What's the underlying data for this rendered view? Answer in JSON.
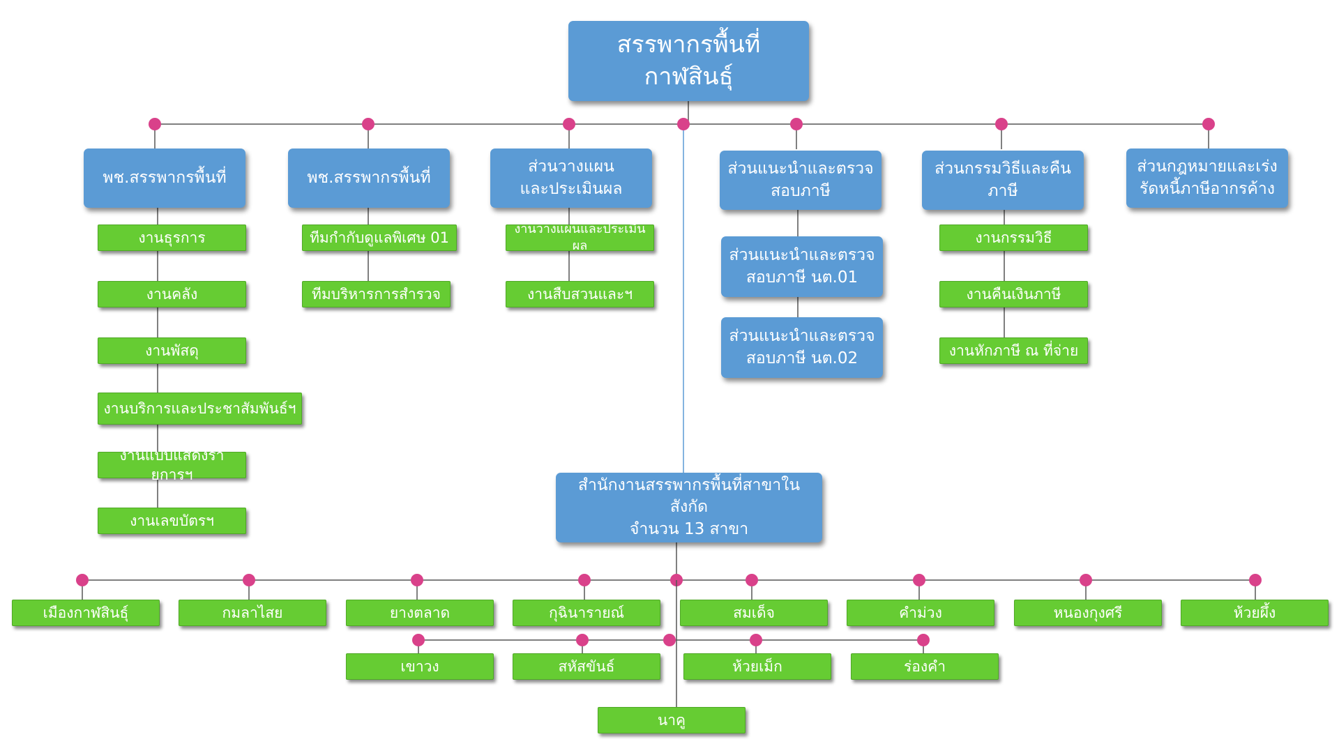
{
  "colors": {
    "box_blue": "#5b9bd5",
    "box_green": "#66cc33",
    "connector_dot": "#d9418a",
    "connector_line": "#555555",
    "trunk_line": "#5b9bd5"
  },
  "root": {
    "label": "สรรพากรพื้นที่กาฬสินธุ์"
  },
  "divisions": [
    {
      "label": "พช.สรรพากรพื้นที่",
      "units": [
        "งานธุรการ",
        "งานคลัง",
        "งานพัสดุ",
        "งานบริการและประชาสัมพันธ์ฯ",
        "งานแบบแสดงรายการฯ",
        "งานเลขบัตรฯ"
      ]
    },
    {
      "label": "พช.สรรพากรพื้นที่",
      "units": [
        "ทีมกำกับดูแลพิเศษ 01",
        "ทีมบริหารการสำรวจ"
      ]
    },
    {
      "label": "ส่วนวางแผน\nและประเมินผล",
      "units": [
        "งานวางแผนและประเมินผล",
        "งานสืบสวนและฯ"
      ]
    },
    {
      "label": "ส่วนแนะนำและตรวจ\nสอบภาษี",
      "units": [
        "ส่วนแนะนำและตรวจ\nสอบภาษี นต.01",
        "ส่วนแนะนำและตรวจ\nสอบภาษี นต.02"
      ]
    },
    {
      "label": "ส่วนกรรมวิธีและคืนภาษี",
      "units": [
        "งานกรรมวิธี",
        "งานคืนเงินภาษี",
        "งานหักภาษี ณ ที่จ่าย"
      ]
    },
    {
      "label": "ส่วนกฎหมายและเร่ง\nรัดหนี้ภาษีอากรค้าง",
      "units": []
    }
  ],
  "branch_office": {
    "label": "สำนักงานสรรพากรพื้นที่สาขาในสังกัด\nจำนวน 13 สาขา"
  },
  "branches_row1": [
    "เมืองกาฬสินธุ์",
    "กมลาไสย",
    "ยางตลาด",
    "กุฉินารายณ์",
    "สมเด็จ",
    "คำม่วง",
    "หนองกุงศรี",
    "ห้วยผึ้ง"
  ],
  "branches_row2": [
    "เขาวง",
    "สหัสขันธ์",
    "ห้วยเม็ก",
    "ร่องคำ"
  ],
  "branches_row3": [
    "นาคู"
  ]
}
